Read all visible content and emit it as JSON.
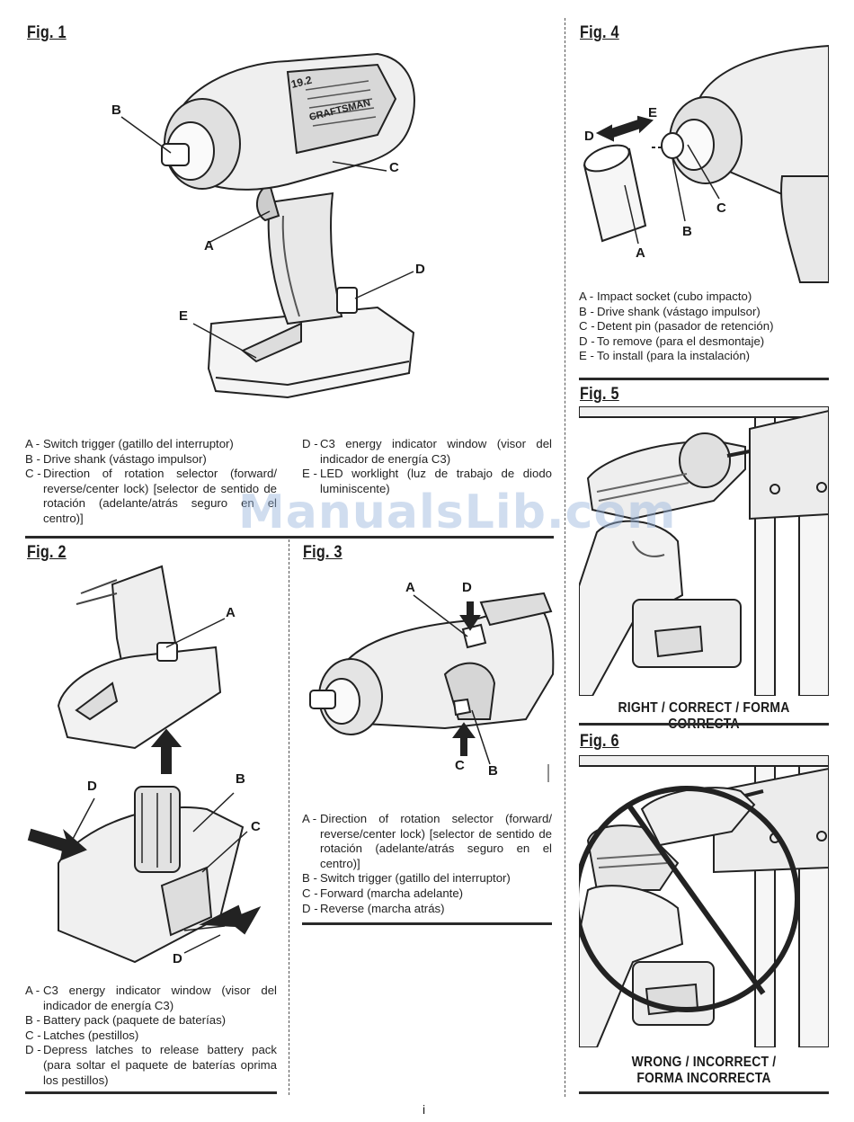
{
  "page_number": "i",
  "watermark": "ManualsLib.com",
  "fig1": {
    "title": "Fig. 1",
    "callouts": [
      "A",
      "B",
      "C",
      "D",
      "E"
    ],
    "legend_left": [
      {
        "key": "A -",
        "text": "Switch trigger (gatillo del interruptor)"
      },
      {
        "key": "B -",
        "text": "Drive shank (vástago impulsor)"
      },
      {
        "key": "C -",
        "text": "Direction of rotation selector (forward/ reverse/center lock) [selector de sentido de rotación (adelante/atrás seguro en el centro)]"
      }
    ],
    "legend_right": [
      {
        "key": "D -",
        "text": "C3 energy indicator window (visor del indicador de energía C3)"
      },
      {
        "key": "E -",
        "text": "LED worklight (luz de trabajo de diodo luminiscente)"
      }
    ],
    "brand": "CRAFTSMAN",
    "voltage": "19.2"
  },
  "fig2": {
    "title": "Fig. 2",
    "callouts": [
      "A",
      "B",
      "C",
      "D",
      "D"
    ],
    "legend": [
      {
        "key": "A -",
        "text": "C3 energy indicator window (visor del indicador de energía C3)"
      },
      {
        "key": "B -",
        "text": "Battery pack (paquete de baterías)"
      },
      {
        "key": "C -",
        "text": "Latches (pestillos)"
      },
      {
        "key": "D -",
        "text": "Depress latches to release battery pack (para soltar el paquete de baterías oprima los pestillos)"
      }
    ]
  },
  "fig3": {
    "title": "Fig. 3",
    "callouts": [
      "A",
      "D",
      "C",
      "B"
    ],
    "legend": [
      {
        "key": "A -",
        "text": "Direction of rotation selector (forward/ reverse/center lock) [selector de sentido de rotación (adelante/atrás seguro en el centro)]"
      },
      {
        "key": "B -",
        "text": "Switch trigger (gatillo del interruptor)"
      },
      {
        "key": "C -",
        "text": "Forward (marcha adelante)"
      },
      {
        "key": "D -",
        "text": "Reverse (marcha atrás)"
      }
    ]
  },
  "fig4": {
    "title": "Fig. 4",
    "callouts": [
      "D",
      "E",
      "A",
      "B",
      "C"
    ],
    "legend": [
      {
        "key": "A -",
        "text": "Impact socket (cubo impacto)"
      },
      {
        "key": "B -",
        "text": "Drive shank (vástago impulsor)"
      },
      {
        "key": "C -",
        "text": "Detent pin (pasador de retención)"
      },
      {
        "key": "D -",
        "text": "To remove (para el desmontaje)"
      },
      {
        "key": "E -",
        "text": "To install (para la instalación)"
      }
    ]
  },
  "fig5": {
    "title": "Fig. 5",
    "caption": "RIGHT / CORRECT / FORMA CORRECTA"
  },
  "fig6": {
    "title": "Fig. 6",
    "caption_line1": "WRONG / INCORRECT /",
    "caption_line2": "FORMA INCORRECTA"
  }
}
